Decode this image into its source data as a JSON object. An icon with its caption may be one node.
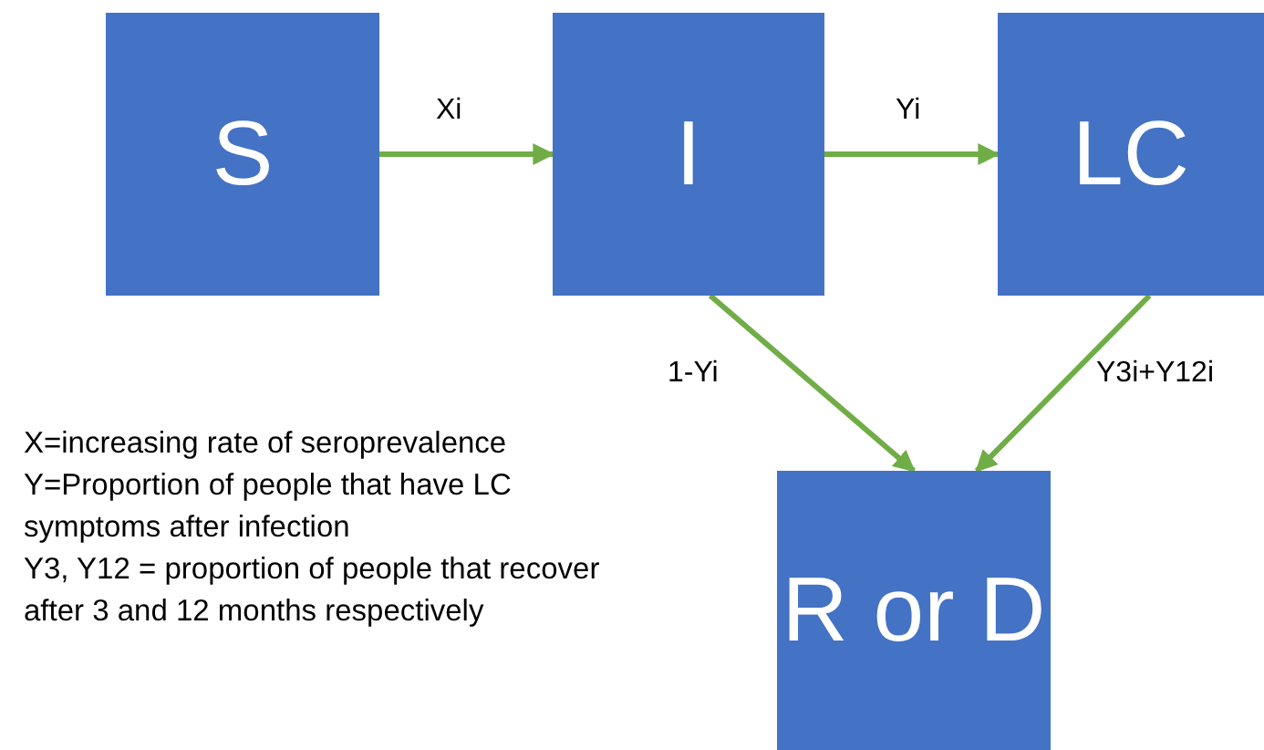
{
  "diagram": {
    "nodes": [
      {
        "text": [
          "S"
        ]
      },
      {
        "text": [
          "I"
        ]
      },
      {
        "text": [
          "LC"
        ]
      },
      {
        "text": [
          "R or D"
        ]
      }
    ],
    "edges": [
      {
        "from": 0,
        "to": 1,
        "arrow": "to",
        "label": "Xi"
      },
      {
        "from": 1,
        "to": 2,
        "arrow": "to",
        "label": "Yi"
      },
      {
        "from": 1,
        "to": 3,
        "arrow": "to",
        "label": "1-Yi"
      },
      {
        "from": 2,
        "to": 3,
        "arrow": "to",
        "label": "Y3i+Y12i"
      }
    ],
    "labels": [
      "X=increasing rate of seroprevalence",
      "Y=Proportion of people that have LC symptoms after infection",
      "Y3, Y12 = proportion of people that recover after 3 and 12 months respectively"
    ]
  }
}
